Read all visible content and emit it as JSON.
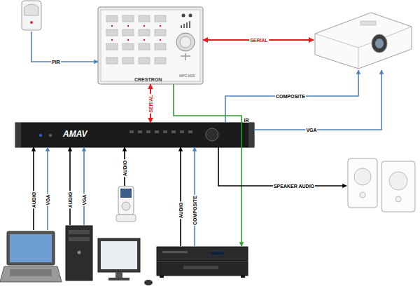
{
  "diagram": {
    "nodes": [
      {
        "text": []
      },
      {
        "text": [
          "MPC-M20",
          "CRESTRON"
        ]
      },
      {
        "text": []
      },
      {
        "text": [
          "AMAV"
        ]
      },
      {
        "text": []
      },
      {
        "text": []
      },
      {
        "text": []
      },
      {
        "text": []
      },
      {
        "text": []
      },
      {
        "text": []
      }
    ],
    "edges": [
      {
        "from": 0,
        "to": 1,
        "label": "PIR",
        "arrow": "to"
      },
      {
        "from": 1,
        "to": 2,
        "label": "SERIAL",
        "arrow": "both"
      },
      {
        "from": 1,
        "to": 3,
        "label": "SERIAL",
        "arrow": "both"
      },
      {
        "from": 3,
        "to": 2,
        "label": "COMPOSITE",
        "arrow": "to"
      },
      {
        "from": 3,
        "to": 2,
        "label": "VGA",
        "arrow": "to"
      },
      {
        "from": 1,
        "to": 9,
        "label": "IR",
        "arrow": "to"
      },
      {
        "from": 3,
        "to": 4,
        "label": "SPEAKER AUDIO",
        "arrow": "to"
      },
      {
        "from": 6,
        "to": 3,
        "label": "AUDIO",
        "arrow": "to"
      },
      {
        "from": 6,
        "to": 3,
        "label": "VGA",
        "arrow": "to"
      },
      {
        "from": 7,
        "to": 3,
        "label": "AUDIO",
        "arrow": "to"
      },
      {
        "from": 7,
        "to": 3,
        "label": "VGA",
        "arrow": "to"
      },
      {
        "from": 5,
        "to": 3,
        "label": "AUDIO",
        "arrow": "to"
      },
      {
        "from": 9,
        "to": 3,
        "label": "AUDIO",
        "arrow": "to"
      },
      {
        "from": 9,
        "to": 3,
        "label": "COMPOSITE",
        "arrow": "to"
      }
    ]
  }
}
